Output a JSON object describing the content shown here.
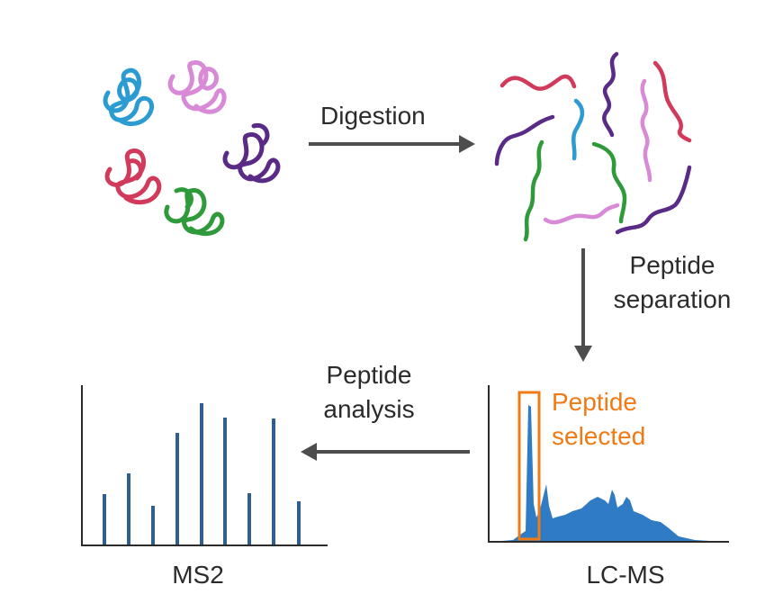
{
  "labels": {
    "digestion": "Digestion",
    "peptide_separation": [
      "Peptide",
      "separation"
    ],
    "peptide_analysis": [
      "Peptide",
      "analysis"
    ],
    "peptide_selected": [
      "Peptide",
      "selected"
    ],
    "ms2": "MS2",
    "lc_ms": "LC-MS"
  },
  "colors": {
    "blue": "#2b9bd1",
    "pink": "#d98ad6",
    "purple": "#5a2a87",
    "red": "#d13a5a",
    "green": "#2f9a3a",
    "arrow": "#4d4d4d",
    "bar": "#2f5f8f",
    "chromatogram": "#2f7cc4",
    "highlight": "#f07a14",
    "text": "#2b2b2b"
  },
  "icons": [
    "protein-coil-icon",
    "peptide-fragment-icon",
    "arrow-icon"
  ]
}
